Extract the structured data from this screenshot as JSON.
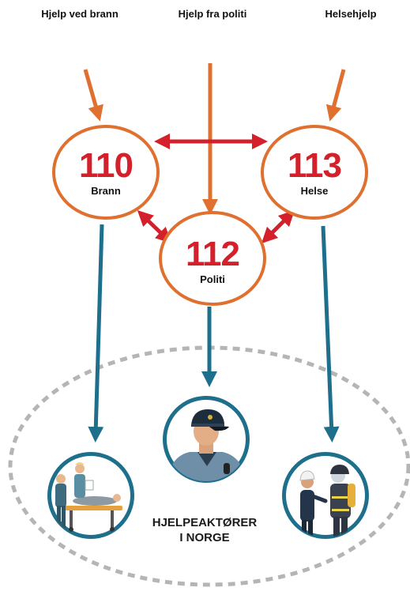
{
  "headers": {
    "fire": "Hjelp ved brann",
    "police": "Hjelp fra politi",
    "health": "Helsehjelp"
  },
  "nodes": {
    "fire": {
      "number": "110",
      "label": "Brann"
    },
    "police": {
      "number": "112",
      "label": "Politi"
    },
    "health": {
      "number": "113",
      "label": "Helse"
    }
  },
  "footer": {
    "line1": "HJELPEAKTØRER",
    "line2": "I NORGE"
  },
  "colors": {
    "orange": "#e07030",
    "red": "#d4202a",
    "teal": "#1d6f8c",
    "dashed": "#b5b5b5"
  },
  "icons": {
    "fire": "paramedics-stretcher-icon",
    "police": "police-officer-icon",
    "health": "firefighters-icon"
  }
}
